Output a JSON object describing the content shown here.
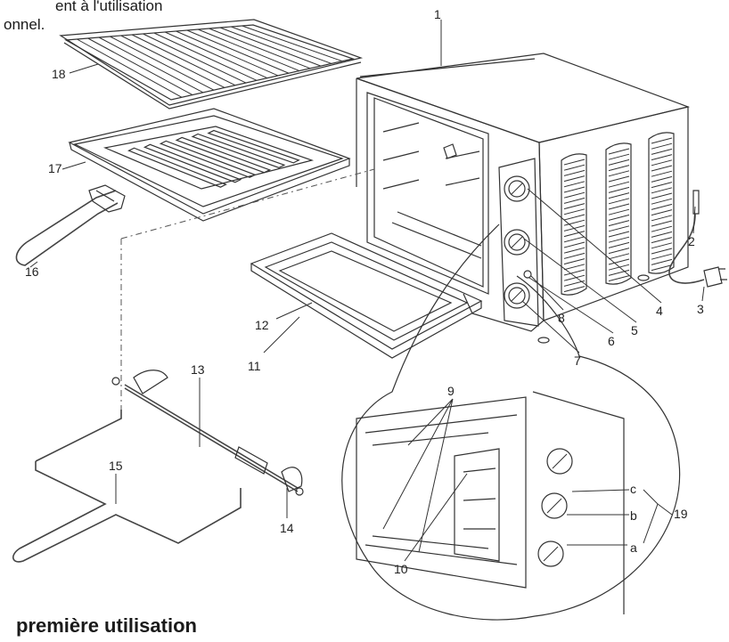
{
  "page": {
    "top_text_line1": "ent à l'utilisation",
    "top_text_line2": "onnel.",
    "heading": "première utilisation"
  },
  "callouts": [
    "1",
    "2",
    "3",
    "4",
    "5",
    "6",
    "7",
    "8",
    "9",
    "10",
    "11",
    "12",
    "13",
    "14",
    "15",
    "16",
    "17",
    "18",
    "19",
    "a",
    "b",
    "c"
  ]
}
